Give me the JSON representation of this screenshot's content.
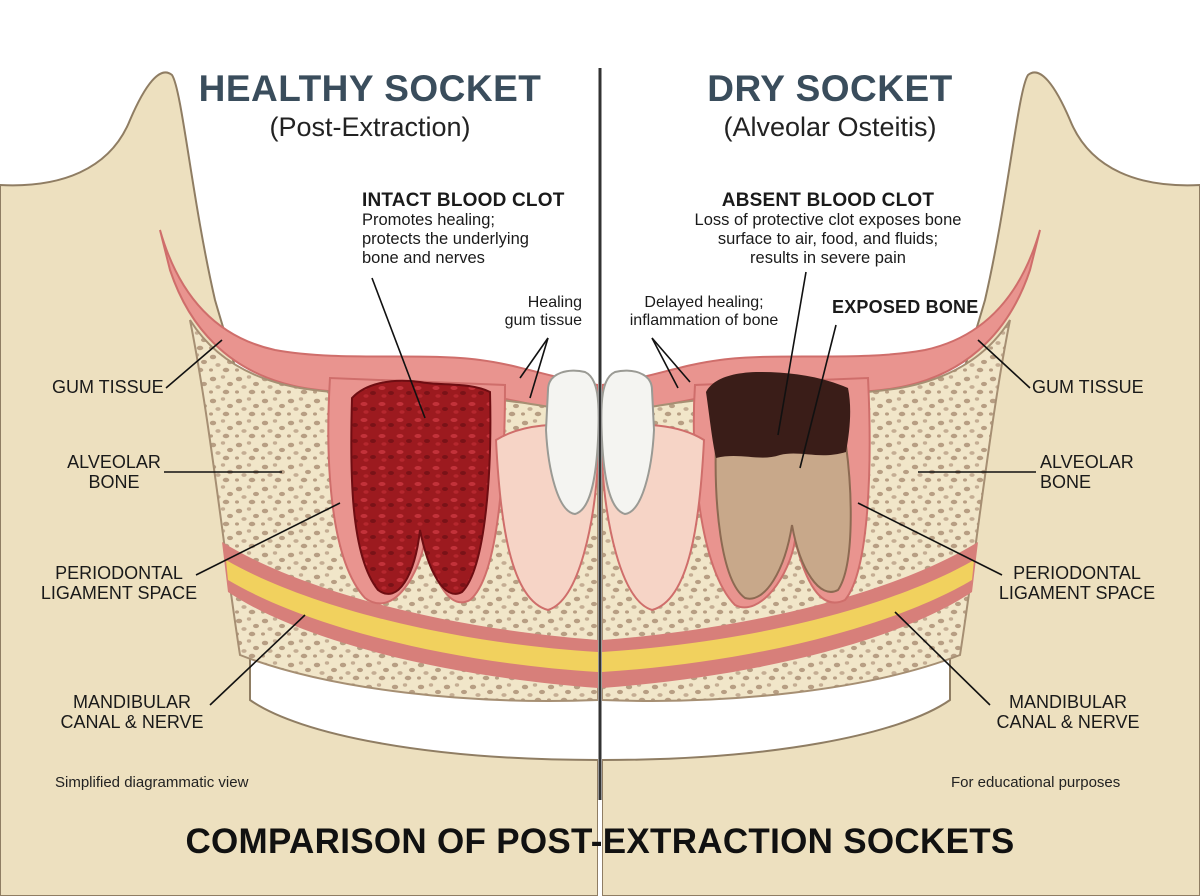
{
  "left_panel": {
    "title": "HEALTHY SOCKET",
    "subtitle": "(Post-Extraction)",
    "clot_heading": "INTACT BLOOD CLOT",
    "clot_desc": [
      "Promotes healing;",
      "protects the underlying",
      "bone and nerves"
    ],
    "gum_note": [
      "Healing",
      "gum tissue"
    ],
    "labels": {
      "gum": "GUM TISSUE",
      "bone": [
        "ALVEOLAR",
        "BONE"
      ],
      "ligament": [
        "PERIODONTAL",
        "LIGAMENT SPACE"
      ],
      "canal": [
        "MANDIBULAR",
        "CANAL & NERVE"
      ]
    },
    "corner_note": "Simplified diagrammatic view"
  },
  "right_panel": {
    "title": "DRY SOCKET",
    "subtitle": "(Alveolar Osteitis)",
    "clot_heading": "ABSENT BLOOD CLOT",
    "clot_desc": [
      "Loss of protective clot exposes bone",
      "surface to air, food, and fluids;",
      "results in severe pain"
    ],
    "inflam_note": [
      "Delayed healing;",
      "inflammation of bone"
    ],
    "exposed_label": "EXPOSED BONE",
    "labels": {
      "gum": "GUM TISSUE",
      "bone": [
        "ALVEOLAR",
        "BONE"
      ],
      "ligament": [
        "PERIODONTAL",
        "LIGAMENT SPACE"
      ],
      "canal": [
        "MANDIBULAR",
        "CANAL & NERVE"
      ]
    },
    "corner_note": "For educational purposes"
  },
  "footer_title": "COMPARISON OF POST-EXTRACTION SOCKETS",
  "colors": {
    "bone_outer": "#ede0bf",
    "bone_inner": "#f1e6c9",
    "bone_pore": "#b79e83",
    "gum": "#e9948f",
    "gum_dark": "#cf6e6b",
    "clot": "#9c1a1f",
    "clot_light": "#c2323a",
    "canal_band": "#d77f7a",
    "nerve": "#f1d15e",
    "exposed_bone": "#c8a88a",
    "socket_dark": "#3a1d18",
    "tooth": "#f4f4f1",
    "divider": "#333333"
  }
}
